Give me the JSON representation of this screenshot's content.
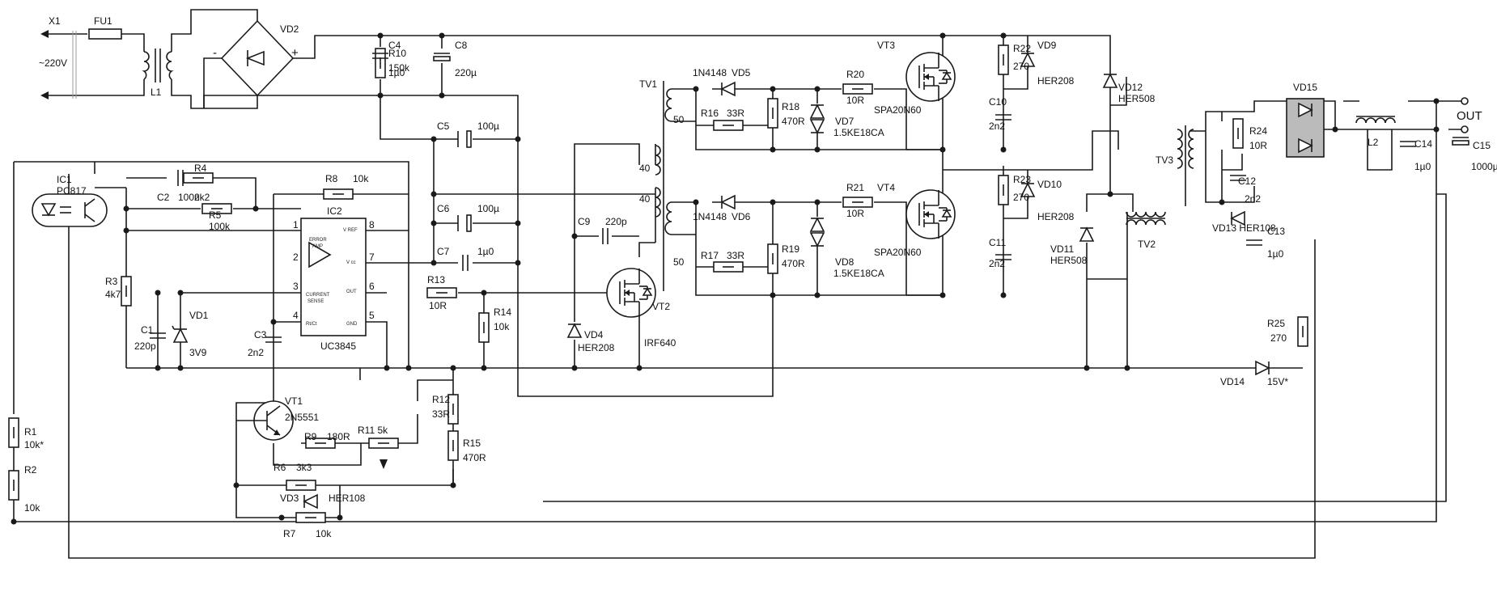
{
  "labels": {
    "x1": "X1",
    "fu1": "FU1",
    "mains": "~220V",
    "l1": "L1",
    "vd2": "VD2",
    "r10": "R10",
    "r10v": "150k",
    "c4": "C4",
    "c4v": "1µ0",
    "c8": "C8",
    "c8v": "220µ",
    "c5": "C5",
    "c5v": "100µ",
    "c6": "C6",
    "c6v": "100µ",
    "c7": "C7",
    "c7v": "1µ0",
    "ic1": "IC1",
    "ic1v": "PC817",
    "c2": "C2",
    "c2v": "100n",
    "r4": "R4",
    "r4v": "2k2",
    "r5": "R5",
    "r5v": "100k",
    "r8": "R8",
    "r8v": "10k",
    "ic2": "IC2",
    "ic2v": "UC3845",
    "r3": "R3",
    "r3v": "4k7",
    "c1": "C1",
    "c1v": "220p",
    "vd1": "VD1",
    "vd1v": "3V9",
    "c3": "C3",
    "c3v": "2n2",
    "r13": "R13",
    "r13v": "10R",
    "r14": "R14",
    "r14v": "10k",
    "vt1": "VT1",
    "vt1v": "2N5551",
    "r12": "R12",
    "r12v": "33R",
    "r9": "R9",
    "r9v": "180R",
    "r11": "R11  5k",
    "r15": "R15",
    "r15v": "470R",
    "r6": "R6",
    "r6v": "3k3",
    "vd3": "VD3",
    "vd3v": "HER108",
    "r7": "R7",
    "r7v": "10k",
    "r1": "R1",
    "r1v": "10k*",
    "r2": "R2",
    "r2v": "10k",
    "c9": "C9",
    "c9v": "220p",
    "vt2": "VT2",
    "vt2v": "IRF640",
    "vd4": "VD4",
    "vd4v": "HER208",
    "tv1": "TV1",
    "tv1w1": "50",
    "tv1w2": "40",
    "tv1w3": "40",
    "tv1w4": "50",
    "vd5t": "1N4148",
    "vd5": "VD5",
    "r16": "R16",
    "r16v": "33R",
    "vd6t": "1N4148",
    "vd6": "VD6",
    "r17": "R17",
    "r17v": "33R",
    "r18": "R18",
    "r18v": "470R",
    "r19": "R19",
    "r19v": "470R",
    "vd7": "VD7",
    "vd7v": "1.5KE18CA",
    "vd8": "VD8",
    "vd8v": "1.5KE18CA",
    "r20": "R20",
    "r20v": "10R",
    "r21": "R21",
    "r21v": "10R",
    "vt3": "VT3",
    "vt3v": "SPA20N60",
    "vt4": "VT4",
    "vt4v": "SPA20N60",
    "r22": "R22",
    "r22v": "270",
    "vd9": "VD9",
    "vd9v": "HER208",
    "c10": "C10",
    "c10v": "2n2",
    "vd12": "VD12",
    "vd12v": "HER508",
    "r23": "R23",
    "r23v": "270",
    "vd10": "VD10",
    "vd10v": "HER208",
    "c11": "C11",
    "c11v": "2n2",
    "vd11": "VD11",
    "vd11v": "HER508",
    "tv2": "TV2",
    "tv3": "TV3",
    "vd13": "VD13 HER108",
    "c13": "C13",
    "c13v": "1µ0",
    "r25": "R25",
    "r25v": "270",
    "vd14": "VD14",
    "vd14v": "15V*",
    "r24": "R24",
    "r24v": "10R",
    "c12": "C12",
    "c12v": "2n2",
    "vd15": "VD15",
    "l2": "L2",
    "c14": "C14",
    "c14v": "1µ0",
    "c15": "C15",
    "c15v": "1000µ",
    "out": "OUT",
    "pin1": "1",
    "pin2": "2",
    "pin3": "3",
    "pin4": "4",
    "pin5": "5",
    "pin6": "6",
    "pin7": "7",
    "pin8": "8",
    "ic_vref": "V REF",
    "ic_vcc": "V cc",
    "ic_out": "OUT",
    "ic_gnd": "GND",
    "ic_rtct": "Rt/Ct",
    "ic_err": "ERROR",
    "ic_amp": "AMP",
    "ic_cs1": "CURRENT",
    "ic_cs2": "SENSE",
    "plus": "+",
    "minus": "-",
    "tilde": "~"
  }
}
